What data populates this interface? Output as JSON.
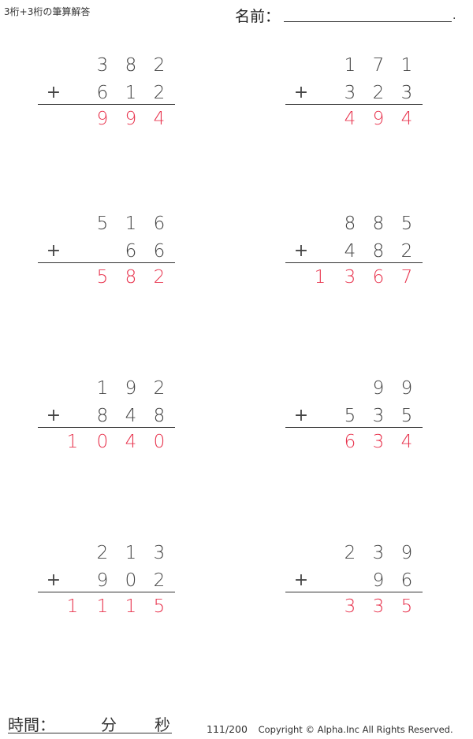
{
  "header": {
    "title": "3桁+3桁の筆算解答",
    "name_label": "名前：",
    "name_end": "."
  },
  "problems": [
    {
      "top": [
        "",
        "3",
        "8",
        "2"
      ],
      "bottom": [
        "",
        "6",
        "1",
        "2"
      ],
      "answer": [
        "",
        "9",
        "9",
        "4"
      ],
      "operator": "+"
    },
    {
      "top": [
        "",
        "1",
        "7",
        "1"
      ],
      "bottom": [
        "",
        "3",
        "2",
        "3"
      ],
      "answer": [
        "",
        "4",
        "9",
        "4"
      ],
      "operator": "+"
    },
    {
      "top": [
        "",
        "5",
        "1",
        "6"
      ],
      "bottom": [
        "",
        "",
        "6",
        "6"
      ],
      "answer": [
        "",
        "5",
        "8",
        "2"
      ],
      "operator": "+"
    },
    {
      "top": [
        "",
        "8",
        "8",
        "5"
      ],
      "bottom": [
        "",
        "4",
        "8",
        "2"
      ],
      "answer": [
        "1",
        "3",
        "6",
        "7"
      ],
      "operator": "+"
    },
    {
      "top": [
        "",
        "1",
        "9",
        "2"
      ],
      "bottom": [
        "",
        "8",
        "4",
        "8"
      ],
      "answer": [
        "1",
        "0",
        "4",
        "0"
      ],
      "operator": "+"
    },
    {
      "top": [
        "",
        "",
        "9",
        "9"
      ],
      "bottom": [
        "",
        "5",
        "3",
        "5"
      ],
      "answer": [
        "",
        "6",
        "3",
        "4"
      ],
      "operator": "+"
    },
    {
      "top": [
        "",
        "2",
        "1",
        "3"
      ],
      "bottom": [
        "",
        "9",
        "0",
        "2"
      ],
      "answer": [
        "1",
        "1",
        "1",
        "5"
      ],
      "operator": "+"
    },
    {
      "top": [
        "",
        "2",
        "3",
        "9"
      ],
      "bottom": [
        "",
        "",
        "9",
        "6"
      ],
      "answer": [
        "",
        "3",
        "3",
        "5"
      ],
      "operator": "+"
    }
  ],
  "footer": {
    "time_label": "時間：",
    "minutes_label": "分",
    "seconds_label": "秒",
    "page": "111/200",
    "copyright": "Copyright © Alpha.Inc All Rights Reserved."
  },
  "colors": {
    "answer": "#e8344e",
    "text": "#444444"
  }
}
